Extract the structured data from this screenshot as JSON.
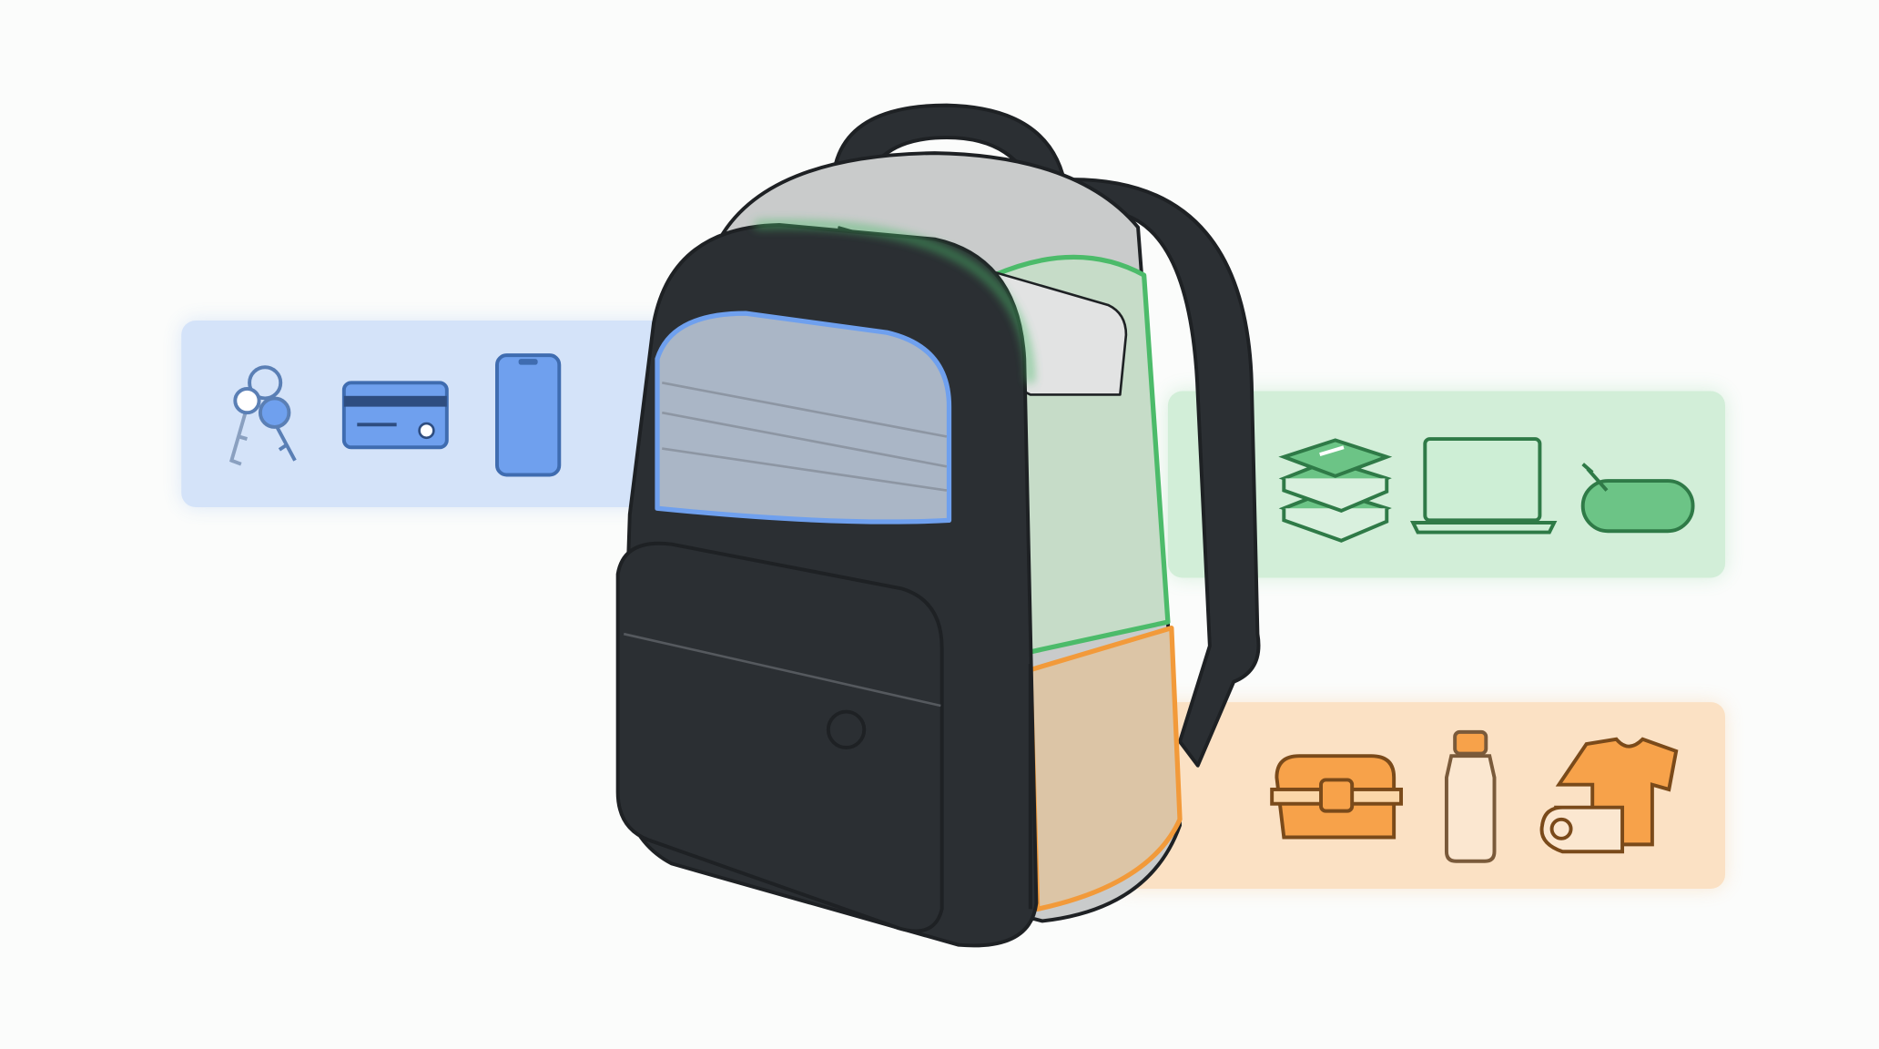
{
  "colors": {
    "background": "#fbfcfb",
    "zone_top_front": "#4f8be0",
    "zone_main": "#4cbb6a",
    "zone_bottom": "#f29a3a",
    "backpack_body": "#2b2f33",
    "backpack_gray": "#c9cbcb"
  },
  "zones": [
    {
      "id": "top-front-pocket",
      "color": "#4f8be0",
      "items": [
        "keys-icon",
        "credit-card-icon",
        "smartphone-icon"
      ]
    },
    {
      "id": "main-compartment",
      "color": "#4cbb6a",
      "items": [
        "books-icon",
        "laptop-icon",
        "pencil-case-icon"
      ]
    },
    {
      "id": "bottom-compartment",
      "color": "#f29a3a",
      "items": [
        "lunchbox-icon",
        "water-bottle-icon",
        "tshirt-towel-icon"
      ]
    }
  ]
}
